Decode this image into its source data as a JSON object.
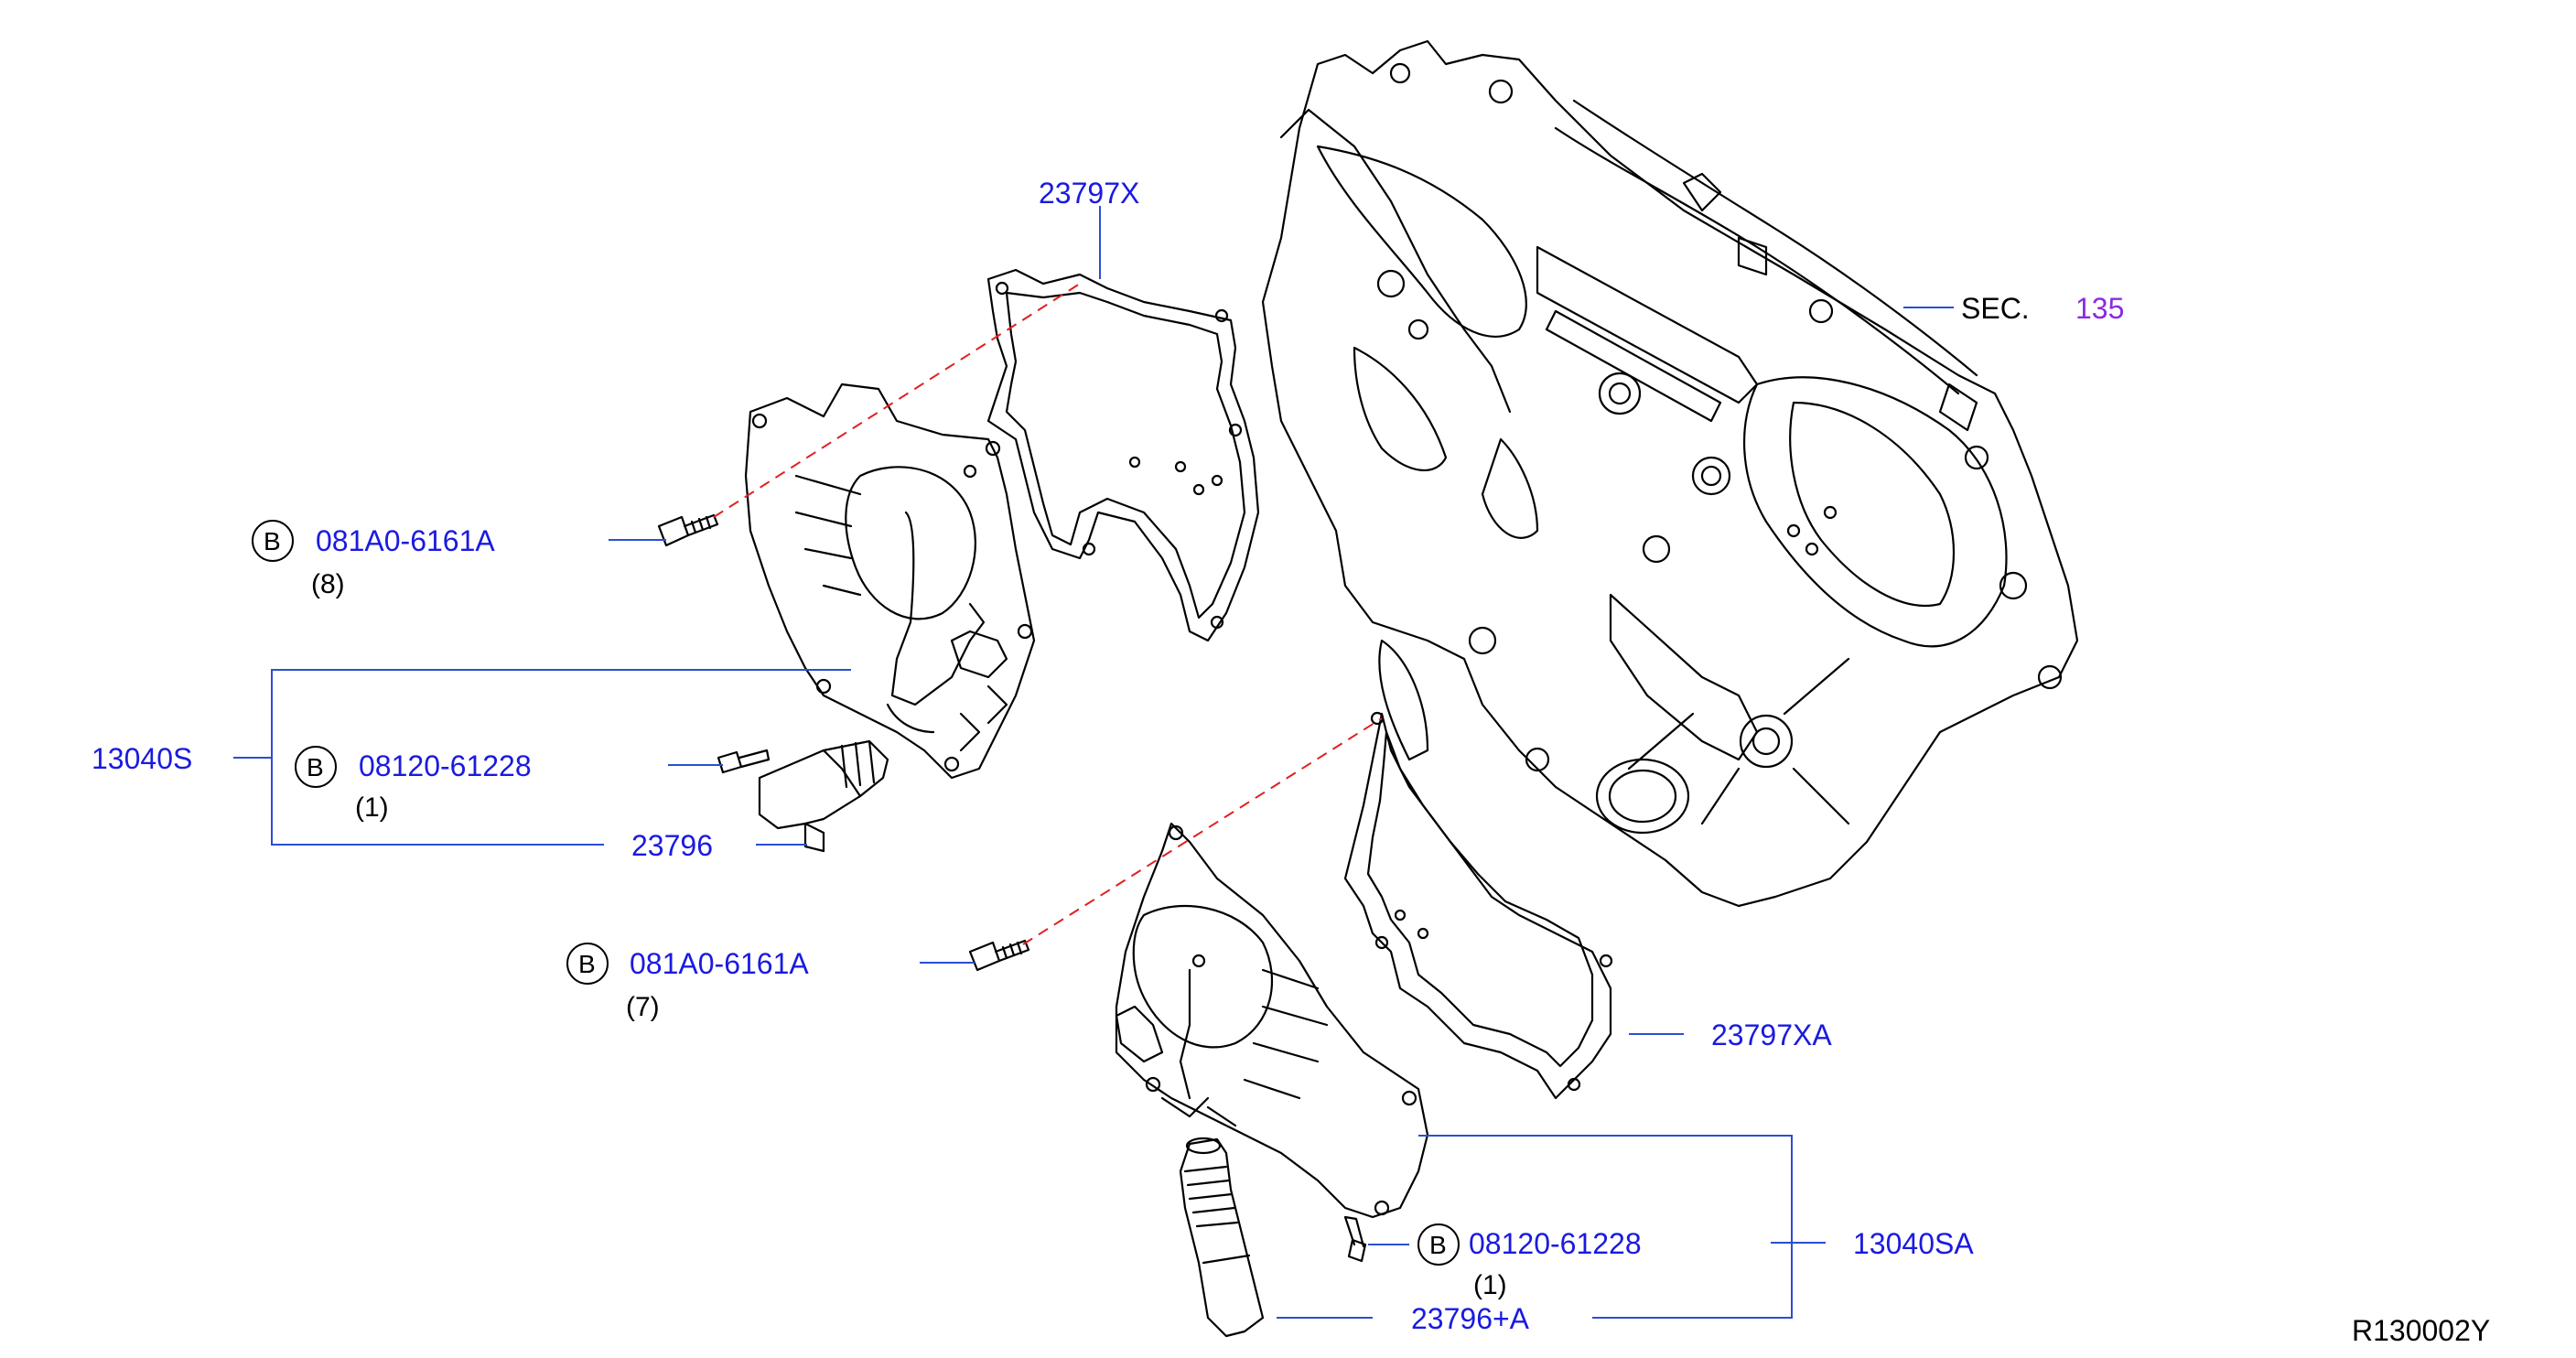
{
  "labels": {
    "gasket_upper": "23797X",
    "sec_prefix": "SEC.",
    "sec_number": "135",
    "bolt_upper_code": "081A0-6161A",
    "bolt_upper_qty": "(8)",
    "assembly_left": "13040S",
    "bolt_small_left_code": "08120-61228",
    "bolt_small_left_qty": "(1)",
    "solenoid_left": "23796",
    "bolt_lower_code": "081A0-6161A",
    "bolt_lower_qty": "(7)",
    "gasket_lower": "23797XA",
    "bolt_small_right_code": "08120-61228",
    "bolt_small_right_qty": "(1)",
    "assembly_right": "13040SA",
    "solenoid_right": "23796+A",
    "diagram_ref": "R130002Y",
    "bolt_marker": "B"
  },
  "colors": {
    "part_number": "#1a1ae0",
    "section_number": "#8a2be2",
    "leader_line": "#2a4fd0",
    "dashed_alignment": "#e02020"
  }
}
